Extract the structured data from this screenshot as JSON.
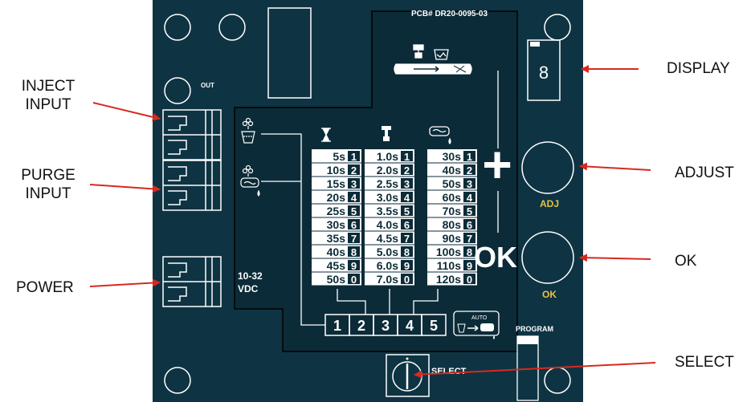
{
  "pcb_label": "PCB#   DR20-0095-03",
  "out_label": "OUT",
  "voltage_line1": "10-32",
  "voltage_line2": "VDC",
  "display_digit": "8",
  "plus_symbol": "+",
  "ok_symbol": "OK",
  "adj_label": "ADJ",
  "ok_button_label": "OK",
  "program_label": "PROGRAM",
  "select_label": "SELECT",
  "auto_label": "AUTO",
  "table": {
    "col1": [
      {
        "value": "5s",
        "idx": "1"
      },
      {
        "value": "10s",
        "idx": "2"
      },
      {
        "value": "15s",
        "idx": "3"
      },
      {
        "value": "20s",
        "idx": "4"
      },
      {
        "value": "25s",
        "idx": "5"
      },
      {
        "value": "30s",
        "idx": "6"
      },
      {
        "value": "35s",
        "idx": "7"
      },
      {
        "value": "40s",
        "idx": "8"
      },
      {
        "value": "45s",
        "idx": "9"
      },
      {
        "value": "50s",
        "idx": "0"
      }
    ],
    "col2": [
      {
        "value": "1.0s",
        "idx": "1"
      },
      {
        "value": "2.0s",
        "idx": "2"
      },
      {
        "value": "2.5s",
        "idx": "3"
      },
      {
        "value": "3.0s",
        "idx": "4"
      },
      {
        "value": "3.5s",
        "idx": "5"
      },
      {
        "value": "4.0s",
        "idx": "6"
      },
      {
        "value": "4.5s",
        "idx": "7"
      },
      {
        "value": "5.0s",
        "idx": "8"
      },
      {
        "value": "6.0s",
        "idx": "9"
      },
      {
        "value": "7.0s",
        "idx": "0"
      }
    ],
    "col3": [
      {
        "value": "30s",
        "idx": "1"
      },
      {
        "value": "40s",
        "idx": "2"
      },
      {
        "value": "50s",
        "idx": "3"
      },
      {
        "value": "60s",
        "idx": "4"
      },
      {
        "value": "70s",
        "idx": "5"
      },
      {
        "value": "80s",
        "idx": "6"
      },
      {
        "value": "90s",
        "idx": "7"
      },
      {
        "value": "100s",
        "idx": "8"
      },
      {
        "value": "110s",
        "idx": "9"
      },
      {
        "value": "120s",
        "idx": "0"
      }
    ]
  },
  "modes": [
    "1",
    "2",
    "3",
    "4",
    "5"
  ],
  "callouts": {
    "inject_input_line1": "INJECT",
    "inject_input_line2": "INPUT",
    "purge_input_line1": "PURGE",
    "purge_input_line2": "INPUT",
    "power": "POWER",
    "display": "DISPLAY",
    "adjust": "ADJUST",
    "ok": "OK",
    "select": "SELECT"
  },
  "colors": {
    "board": "#0e3443",
    "panel": "#0c2b38",
    "line": "#ffffff",
    "accent_yellow": "#e6c34a",
    "arrow": "#d62a20"
  }
}
